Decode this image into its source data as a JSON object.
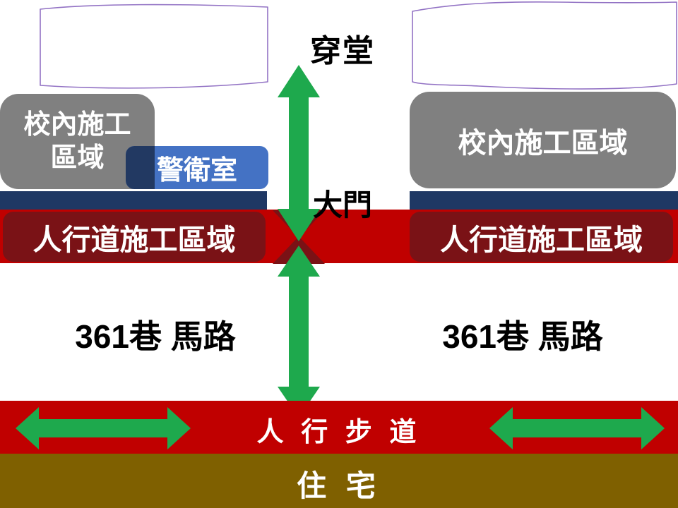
{
  "colors": {
    "green": "#1ea94d",
    "red_band": "#c00000",
    "dark_red": "#7a1216",
    "navy": "#1f3864",
    "blue": "#4472c4",
    "blue_shadow": "#223962",
    "gray": "#808080",
    "olive": "#7f6000",
    "purple_outline": "#9272c4",
    "white": "#ffffff",
    "black": "#000000"
  },
  "top": {
    "hallway_label": "穿堂"
  },
  "center": {
    "gate_label": "大門"
  },
  "left_zone": {
    "campus_label": "校內施工\n區域",
    "guard_label": "警衛室",
    "sidewalk_label": "人行道施工區域",
    "road_label": "361巷 馬路"
  },
  "right_zone": {
    "campus_label": "校內施工區域",
    "sidewalk_label": "人行道施工區域",
    "road_label": "361巷 馬路"
  },
  "bottom": {
    "walkway_label": "人 行 步 道",
    "residence_label": "住 宅"
  }
}
